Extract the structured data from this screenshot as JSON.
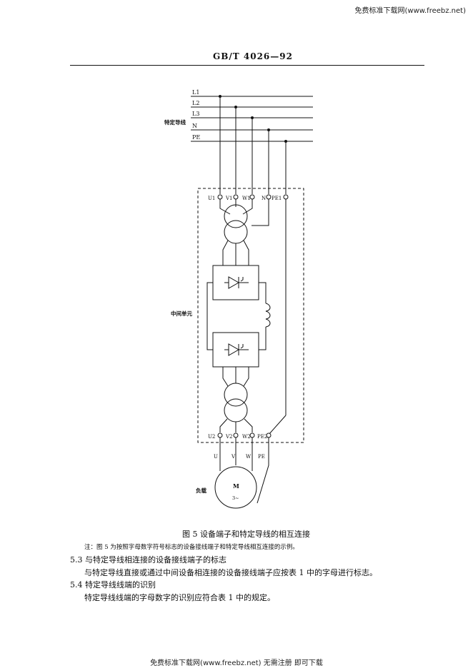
{
  "watermark_top": "免费标准下载网(www.freebz.net)",
  "doc_code": "GB/T 4026—92",
  "figure": {
    "line_labels": [
      "L1",
      "L2",
      "L3",
      "N",
      "PE"
    ],
    "specified_conductors_label": "特定导线",
    "top_terminals": [
      "U1",
      "V1",
      "W1",
      "N",
      "PE1"
    ],
    "intermediate_unit_label": "中间单元",
    "bottom_terminals": [
      "U2",
      "V2",
      "W2",
      "PE2"
    ],
    "load_wire_labels": [
      "U",
      "V",
      "W",
      "PE"
    ],
    "load_label": "负载",
    "motor_label": "M",
    "motor_sub_label": "3~"
  },
  "caption": "图 5  设备端子和特定导线的相互连接",
  "note": "注：图 5 为按照字母数字符号标志的设备接线端子和特定导线相互连接的示例。",
  "sections": [
    {
      "heading": "5.3  与特定导线相连接的设备接线端子的标志",
      "body": "与特定导线直接或通过中间设备相连接的设备接线端子应按表 1 中的字母进行标志。"
    },
    {
      "heading": "5.4  特定导线线端的识别",
      "body": "特定导线线端的字母数字的识别应符合表 1 中的规定。"
    }
  ],
  "watermark_bottom": "免费标准下载网(www.freebz.net) 无需注册 即可下载"
}
